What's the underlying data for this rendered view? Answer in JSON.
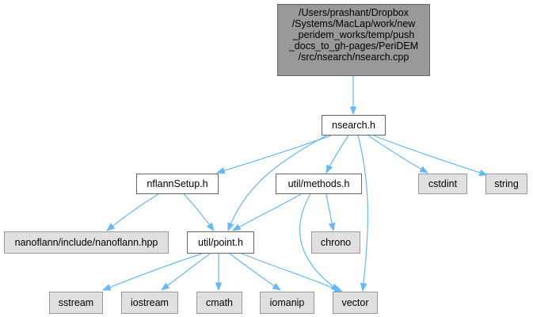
{
  "diagram": {
    "colors": {
      "edge": "#63b8ff",
      "root_fill": "#999999",
      "local_fill": "#ffffff",
      "system_fill": "#e0e0e0",
      "border": "#666666"
    },
    "root": {
      "lines": [
        "/Users/prashant/Dropbox",
        "/Systems/MacLap/work/new",
        "_peridem_works/temp/push",
        "_docs_to_gh-pages/PeriDEM",
        "/src/nsearch/nsearch.cpp"
      ]
    },
    "nodes": {
      "nsearch_h": "nsearch.h",
      "nflannsetup_h": "nflannSetup.h",
      "util_methods_h": "util/methods.h",
      "cstdint": "cstdint",
      "string": "string",
      "nanoflann_hpp": "nanoflann/include/nanoflann.hpp",
      "util_point_h": "util/point.h",
      "chrono": "chrono",
      "sstream": "sstream",
      "iostream": "iostream",
      "cmath": "cmath",
      "iomanip": "iomanip",
      "vector": "vector"
    },
    "edges": [
      [
        "root",
        "nsearch_h"
      ],
      [
        "nsearch_h",
        "nflannsetup_h"
      ],
      [
        "nsearch_h",
        "util_methods_h"
      ],
      [
        "nsearch_h",
        "util_point_h"
      ],
      [
        "nsearch_h",
        "cstdint"
      ],
      [
        "nsearch_h",
        "string"
      ],
      [
        "nsearch_h",
        "vector"
      ],
      [
        "nflannsetup_h",
        "nanoflann_hpp"
      ],
      [
        "nflannsetup_h",
        "util_point_h"
      ],
      [
        "util_methods_h",
        "util_point_h"
      ],
      [
        "util_methods_h",
        "chrono"
      ],
      [
        "util_methods_h",
        "vector"
      ],
      [
        "util_point_h",
        "sstream"
      ],
      [
        "util_point_h",
        "iostream"
      ],
      [
        "util_point_h",
        "cmath"
      ],
      [
        "util_point_h",
        "iomanip"
      ],
      [
        "util_point_h",
        "vector"
      ]
    ]
  }
}
